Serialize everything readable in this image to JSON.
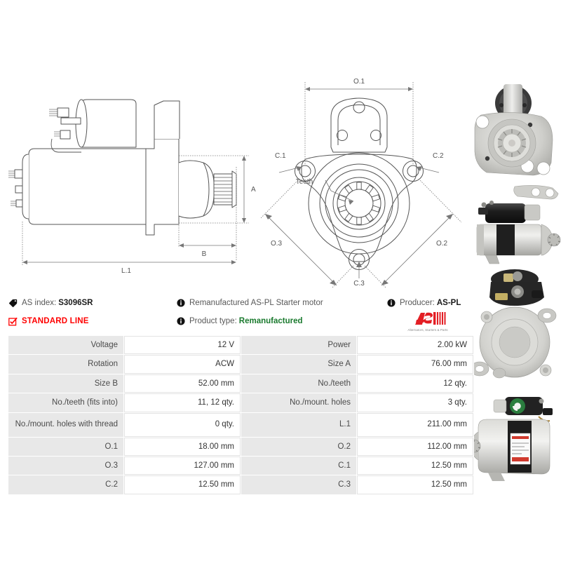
{
  "drawings": {
    "side_view": {
      "name": "starter-motor-side-view",
      "dimension_labels": [
        "A",
        "B",
        "L.1"
      ]
    },
    "front_view": {
      "name": "starter-motor-front-mounting-view",
      "dimension_labels": [
        "O.1",
        "O.2",
        "O.3",
        "C.1",
        "C.2",
        "C.3"
      ],
      "callouts": [
        "Teeth"
      ]
    }
  },
  "photos": [
    {
      "name": "photo-front-flange",
      "alt": "Starter motor front flange view"
    },
    {
      "name": "photo-side-profile",
      "alt": "Starter motor side profile view"
    },
    {
      "name": "photo-rear-housing",
      "alt": "Starter motor rear housing view"
    },
    {
      "name": "photo-angled-view",
      "alt": "Starter motor angled view with label"
    }
  ],
  "info": {
    "as_index_label": "AS index:",
    "as_index_value": "S3096SR",
    "standard_line": "STANDARD LINE",
    "description": "Remanufactured AS-PL Starter motor",
    "product_type_label": "Product type:",
    "product_type_value": "Remanufactured",
    "producer_label": "Producer:",
    "producer_value": "AS-PL",
    "logo_text": "AS",
    "logo_tagline": "Alternators, Starters & Parts",
    "colors": {
      "standard_line": "#ff0000",
      "product_type": "#1a7a2e",
      "logo": "#e31e24"
    }
  },
  "spec_table": {
    "rows": [
      {
        "left_label": "Voltage",
        "left_value": "12 V",
        "right_label": "Power",
        "right_value": "2.00 kW"
      },
      {
        "left_label": "Rotation",
        "left_value": "ACW",
        "right_label": "Size A",
        "right_value": "76.00 mm"
      },
      {
        "left_label": "Size B",
        "left_value": "52.00 mm",
        "right_label": "No./teeth",
        "right_value": "12 qty."
      },
      {
        "left_label": "No./teeth (fits into)",
        "left_value": "11, 12 qty.",
        "right_label": "No./mount. holes",
        "right_value": "3 qty."
      },
      {
        "left_label": "No./mount. holes with thread",
        "left_value": "0 qty.",
        "right_label": "L.1",
        "right_value": "211.00 mm",
        "tall": true
      },
      {
        "left_label": "O.1",
        "left_value": "18.00 mm",
        "right_label": "O.2",
        "right_value": "112.00 mm"
      },
      {
        "left_label": "O.3",
        "left_value": "127.00 mm",
        "right_label": "C.1",
        "right_value": "12.50 mm"
      },
      {
        "left_label": "C.2",
        "left_value": "12.50 mm",
        "right_label": "C.3",
        "right_value": "12.50 mm"
      }
    ]
  }
}
